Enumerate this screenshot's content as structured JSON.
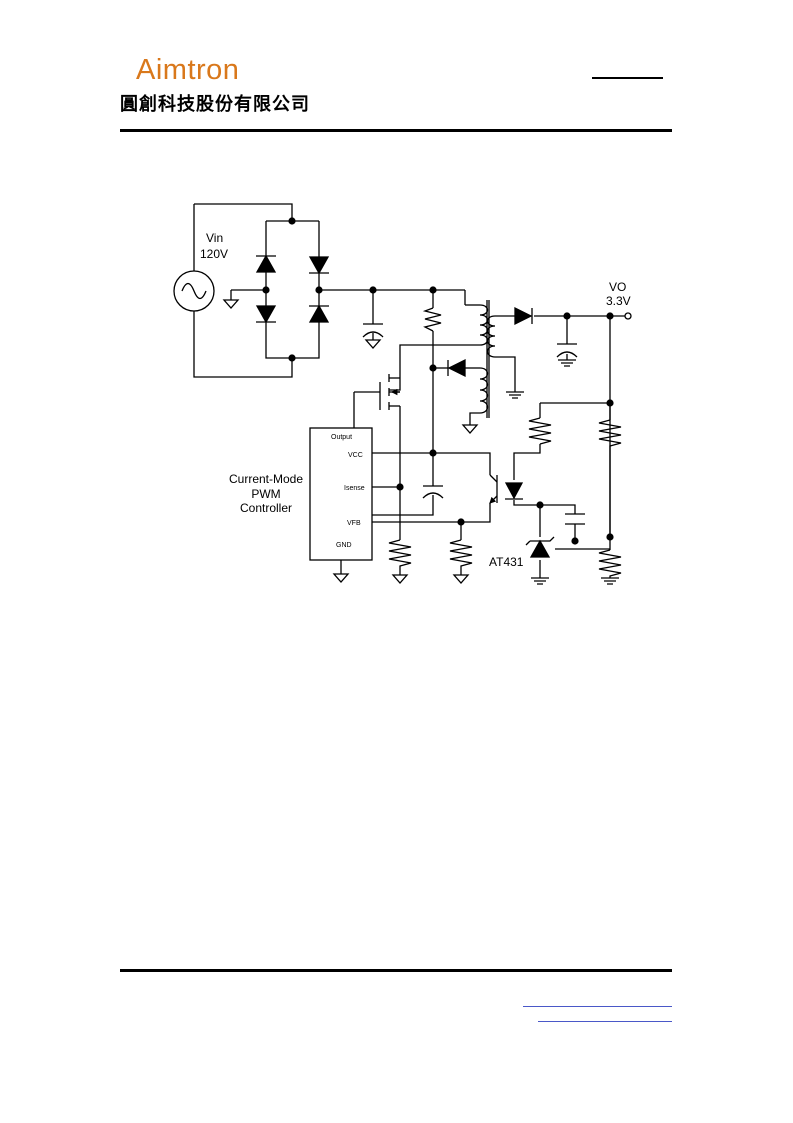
{
  "header": {
    "logo_text": "Aimtron",
    "company_cn": "圓創科技股份有限公司"
  },
  "schematic": {
    "vin_label": "Vin",
    "vin_value": "120V",
    "vo_label": "VO",
    "vo_value": "3.3V",
    "controller_name_lines": [
      "Current-Mode",
      "PWM",
      "Controller"
    ],
    "pins": {
      "output": "Output",
      "vcc": "VCC",
      "isense": "Isense",
      "vfb": "VFB",
      "gnd": "GND"
    },
    "shunt_ref": "AT431"
  },
  "colors": {
    "logo": "#d9781b",
    "link": "#4a58c8"
  }
}
